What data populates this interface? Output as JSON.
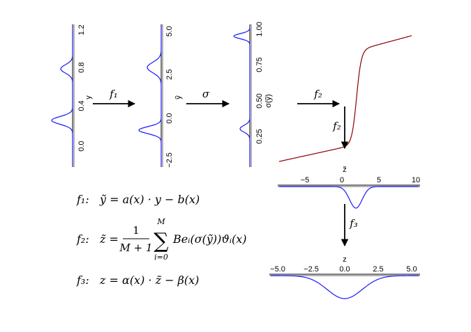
{
  "panels": {
    "y": {
      "label": "y",
      "ticks": [
        "0.0",
        "0.4",
        "0.8",
        "1.2"
      ]
    },
    "ytilde": {
      "label": "ỹ",
      "ticks": [
        "−2.5",
        "0.0",
        "2.5",
        "5.0"
      ]
    },
    "sigma": {
      "label": "σ(ỹ)",
      "ticks": [
        "0.25",
        "0.50",
        "0.75",
        "1.00"
      ]
    },
    "ztilde": {
      "label": "z̃",
      "ticks": [
        "−5",
        "0",
        "5",
        "10"
      ]
    },
    "z": {
      "label": "z",
      "ticks": [
        "−5.0",
        "−2.5",
        "0.0",
        "2.5",
        "5.0"
      ]
    }
  },
  "arrows": {
    "a1": "f₁",
    "a2": "σ",
    "a3": "f₂",
    "a4": "f₂",
    "a5": "f₃"
  },
  "equations": {
    "eq1": {
      "name": "f₁:",
      "body": "ỹ =  a(x) · y − b(x)"
    },
    "eq2": {
      "name": "f₂:",
      "lhs": "z̃ =",
      "frac_num": "1",
      "frac_den": "M + 1",
      "sum_top": "M",
      "sum_bot": "i=0",
      "sigma": "∑",
      "term": "Beᵢ(σ(ỹ))ϑᵢ(x)"
    },
    "eq3": {
      "name": "f₃:",
      "body": "z = α(x) · z̃ − β(x)"
    }
  },
  "colors": {
    "density": "#1a1aff",
    "axis": "#000000",
    "sigmoid": "#8b0000",
    "baseline": "#9a9a9a"
  }
}
